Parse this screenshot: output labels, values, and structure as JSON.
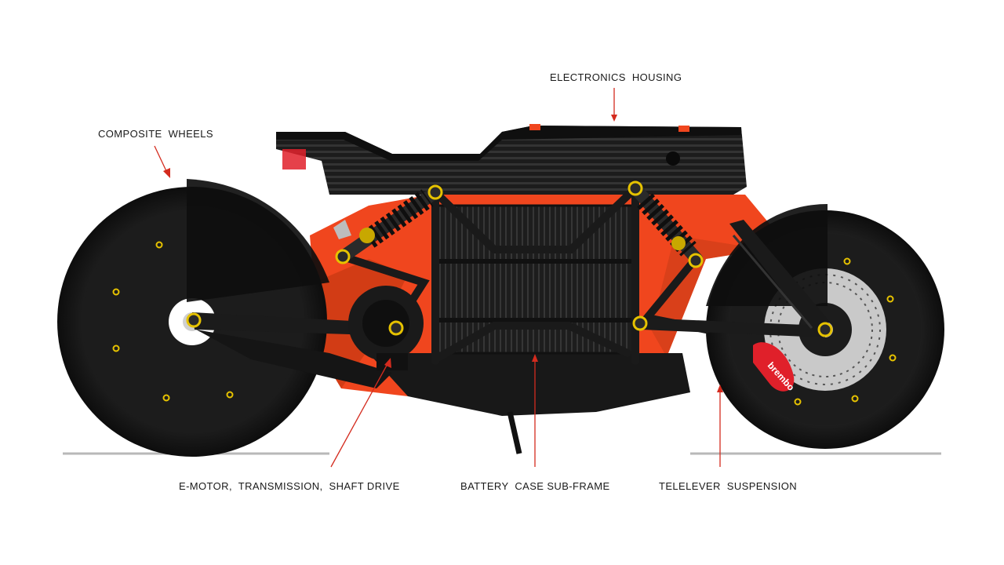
{
  "colors": {
    "accent": "#f0461e",
    "accent_dark": "#b9340f",
    "body_dark": "#161616",
    "leader": "#d42b1e",
    "gold": "#e6c200",
    "disc": "#c9c9c9"
  },
  "labels": {
    "electronics_housing": "ELECTRONICS  HOUSING",
    "composite_wheels": "COMPOSITE  WHEELS",
    "e_motor": "E-MOTOR,  TRANSMISSION,  SHAFT DRIVE",
    "battery_case": "BATTERY  CASE SUB-FRAME",
    "telelever": "TELELEVER  SUSPENSION"
  },
  "brake_caliper_brand": "brembo"
}
